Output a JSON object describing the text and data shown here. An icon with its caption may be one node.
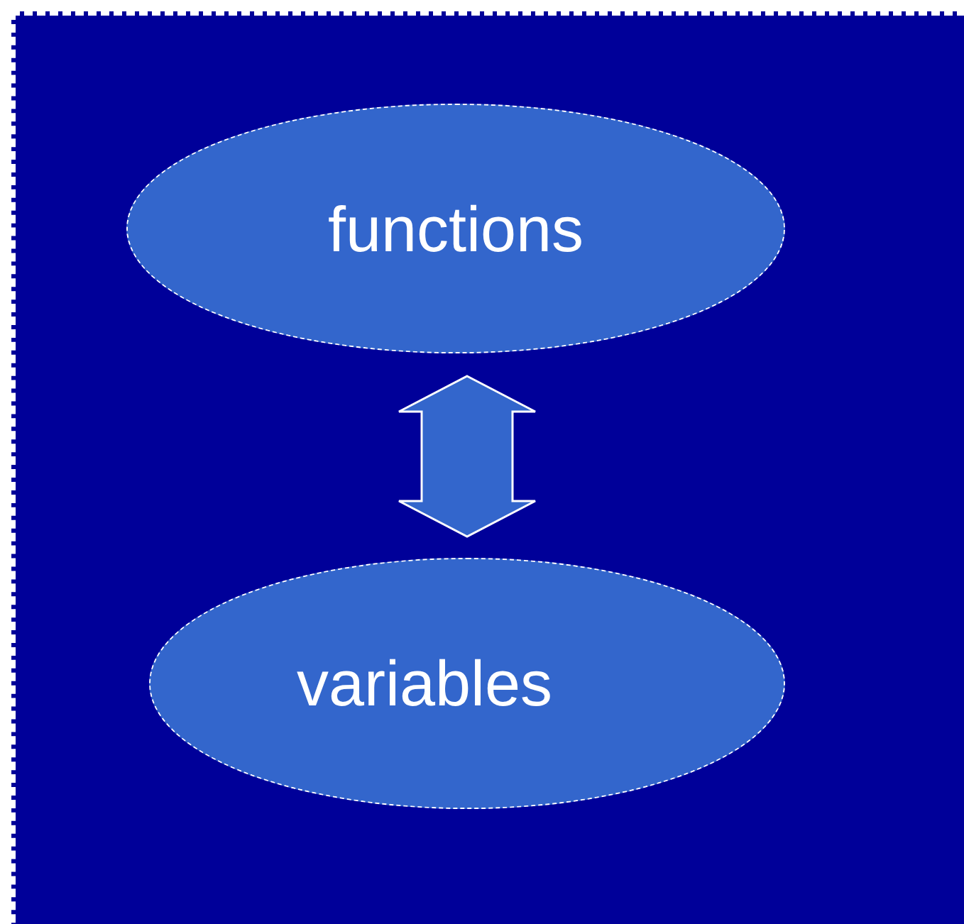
{
  "diagram": {
    "nodes": [
      {
        "text": [
          "functions"
        ]
      },
      {
        "text": [
          "variables"
        ]
      }
    ],
    "edges": [
      {
        "from": 0,
        "to": 1,
        "arrow": "both",
        "style": "thick"
      }
    ]
  }
}
